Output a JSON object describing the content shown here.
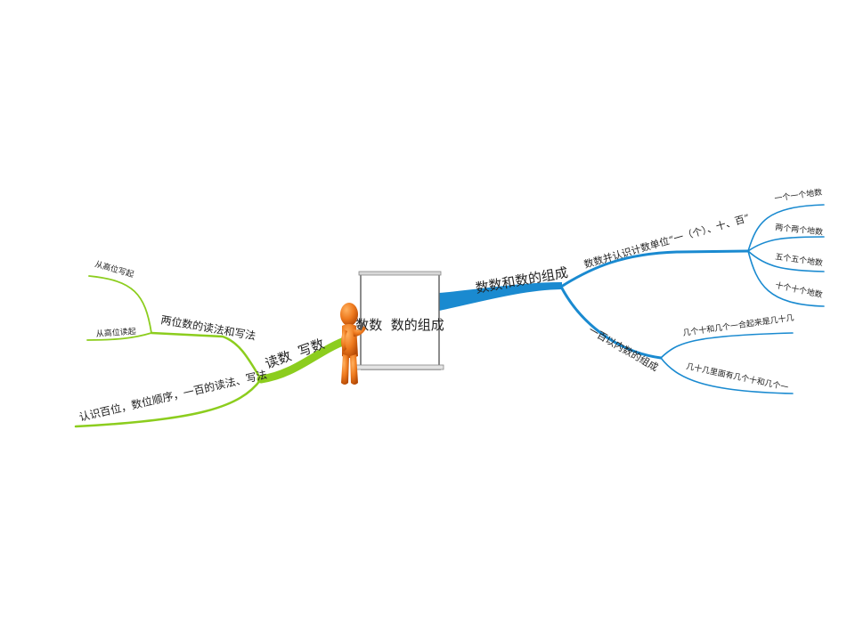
{
  "colors": {
    "green": "#8ccd1e",
    "blue": "#1a8ad0",
    "figure": "#e8701a"
  },
  "central": {
    "title": "数数  数的组成",
    "figure_icon": "presenter-figure-icon"
  },
  "left": {
    "main": "读数  写数",
    "children": [
      {
        "label": "两位数的读法和写法",
        "children": [
          "从高位写起",
          "从高位读起"
        ]
      },
      {
        "label": "认识百位，数位顺序，一百的读法、写法",
        "children": []
      }
    ]
  },
  "right": {
    "main": "数数和数的组成",
    "children": [
      {
        "label": "数数并认识计数单位“一（个）、十、百”",
        "children": [
          "一个一个地数",
          "两个两个地数",
          "五个五个地数",
          "十个十个地数"
        ]
      },
      {
        "label": "一百以内数的组成",
        "children": [
          "几个十和几个一合起来是几十几",
          "几十几里面有几个十和几个一"
        ]
      }
    ]
  }
}
